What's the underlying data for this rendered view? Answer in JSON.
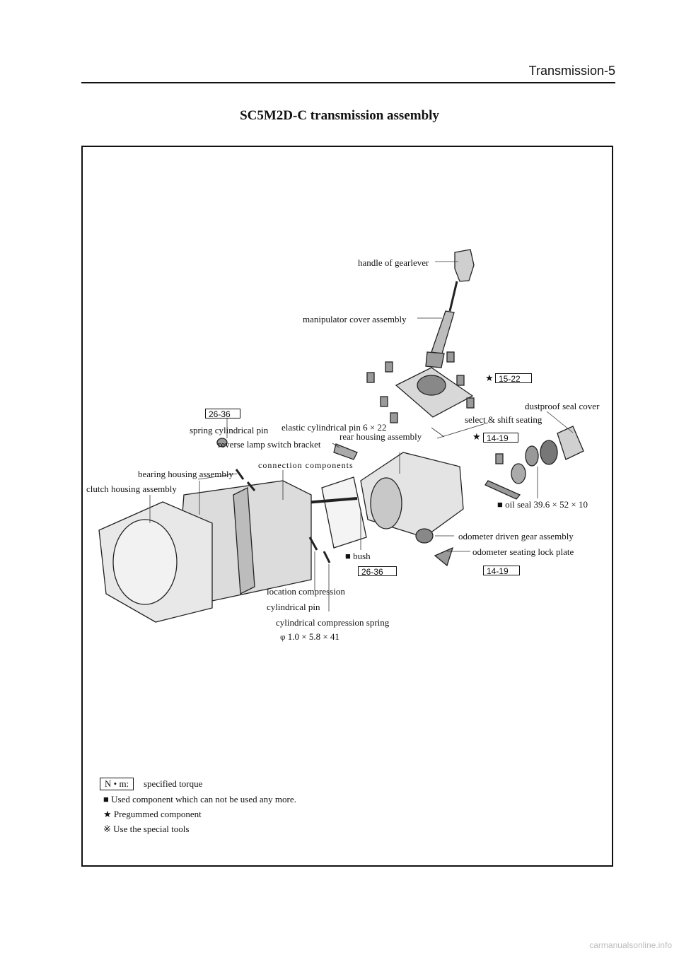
{
  "header": {
    "section": "Transmission-5"
  },
  "title": "SC5M2D-C transmission assembly",
  "labels": {
    "handle": "handle of gearlever",
    "manipulator": "manipulator cover assembly",
    "dustproof": "dustproof seal cover",
    "select_shift": "select & shift seating",
    "elastic_pin": "elastic cylindrical pin  6 × 22",
    "rear_housing": "rear housing assembly",
    "spring_pin": "spring cylindrical pin",
    "reverse_lamp": "reverse lamp switch bracket",
    "connection": "connection components",
    "bearing_housing": "bearing housing assembly",
    "clutch_housing": "clutch housing assembly",
    "oil_seal": "oil seal  39.6 × 52 × 10",
    "odometer_gear": "odometer driven gear assembly",
    "odometer_plate": "odometer seating lock plate",
    "bush": "bush",
    "location_compression": "location compression",
    "cylindrical_pin": "cylindrical pin",
    "compression_spring": "cylindrical compression spring",
    "spring_size": "φ 1.0 × 5.8 × 41"
  },
  "torques": {
    "t1": "15-22",
    "t2": "14-19",
    "t3": "26-36",
    "t4": "26-36",
    "t5": "14-19"
  },
  "symbols": {
    "star": "★",
    "square": "■",
    "ref": "※"
  },
  "legend": {
    "unit": "N • m:",
    "unit_desc": "specified torque",
    "square_desc": "Used component which can not be used any more.",
    "star_desc": "Pregummed component",
    "ref_desc": "Use the special tools"
  },
  "footer": "carmanualsonline.info"
}
